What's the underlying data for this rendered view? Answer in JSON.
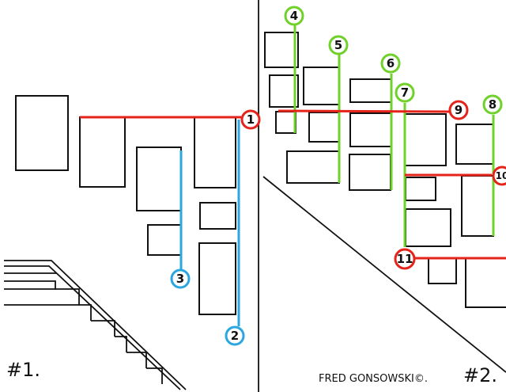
{
  "labels": {
    "panel1": "#1.",
    "panel2": "#2.",
    "credit": "FRED GONSOWSKI©."
  },
  "markers": [
    {
      "n": "1",
      "color": "red"
    },
    {
      "n": "2",
      "color": "blue"
    },
    {
      "n": "3",
      "color": "blue"
    },
    {
      "n": "4",
      "color": "green"
    },
    {
      "n": "5",
      "color": "green"
    },
    {
      "n": "6",
      "color": "green"
    },
    {
      "n": "7",
      "color": "green"
    },
    {
      "n": "8",
      "color": "green"
    },
    {
      "n": "9",
      "color": "red"
    },
    {
      "n": "10",
      "color": "red"
    },
    {
      "n": "11",
      "color": "red"
    }
  ],
  "colors": {
    "red": "#e4231b",
    "green": "#6fd12a",
    "blue": "#2aa7e0",
    "ink": "#111111"
  }
}
